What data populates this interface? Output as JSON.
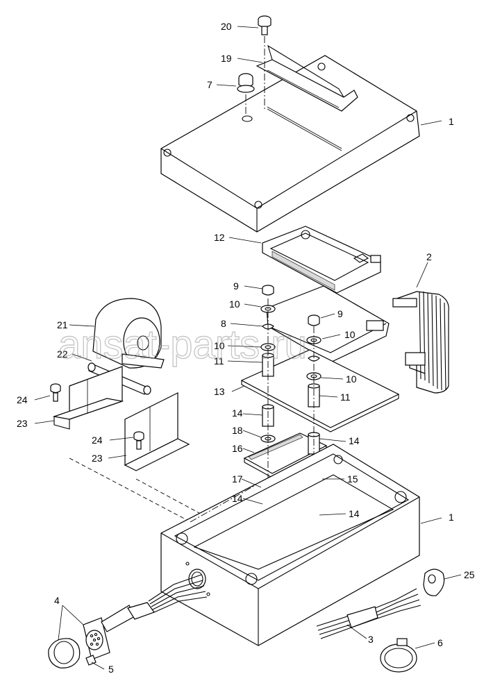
{
  "diagram": {
    "callouts": {
      "c20": "20",
      "c19": "19",
      "c7": "7",
      "c1a": "1",
      "c12": "12",
      "c2": "2",
      "c9a": "9",
      "c9b": "9",
      "c10a": "10",
      "c10b": "10",
      "c10c": "10",
      "c10d": "10",
      "c8": "8",
      "c21": "21",
      "c22": "22",
      "c11a": "11",
      "c11b": "11",
      "c13": "13",
      "c24a": "24",
      "c24b": "24",
      "c23a": "23",
      "c23b": "23",
      "c14a": "14",
      "c14b": "14",
      "c14c": "14",
      "c14d": "14",
      "c18": "18",
      "c16": "16",
      "c17": "17",
      "c15": "15",
      "c1b": "1",
      "c25": "25",
      "c4": "4",
      "c3": "3",
      "c6": "6",
      "c5": "5"
    },
    "watermark": "ansat-parts.ru"
  }
}
